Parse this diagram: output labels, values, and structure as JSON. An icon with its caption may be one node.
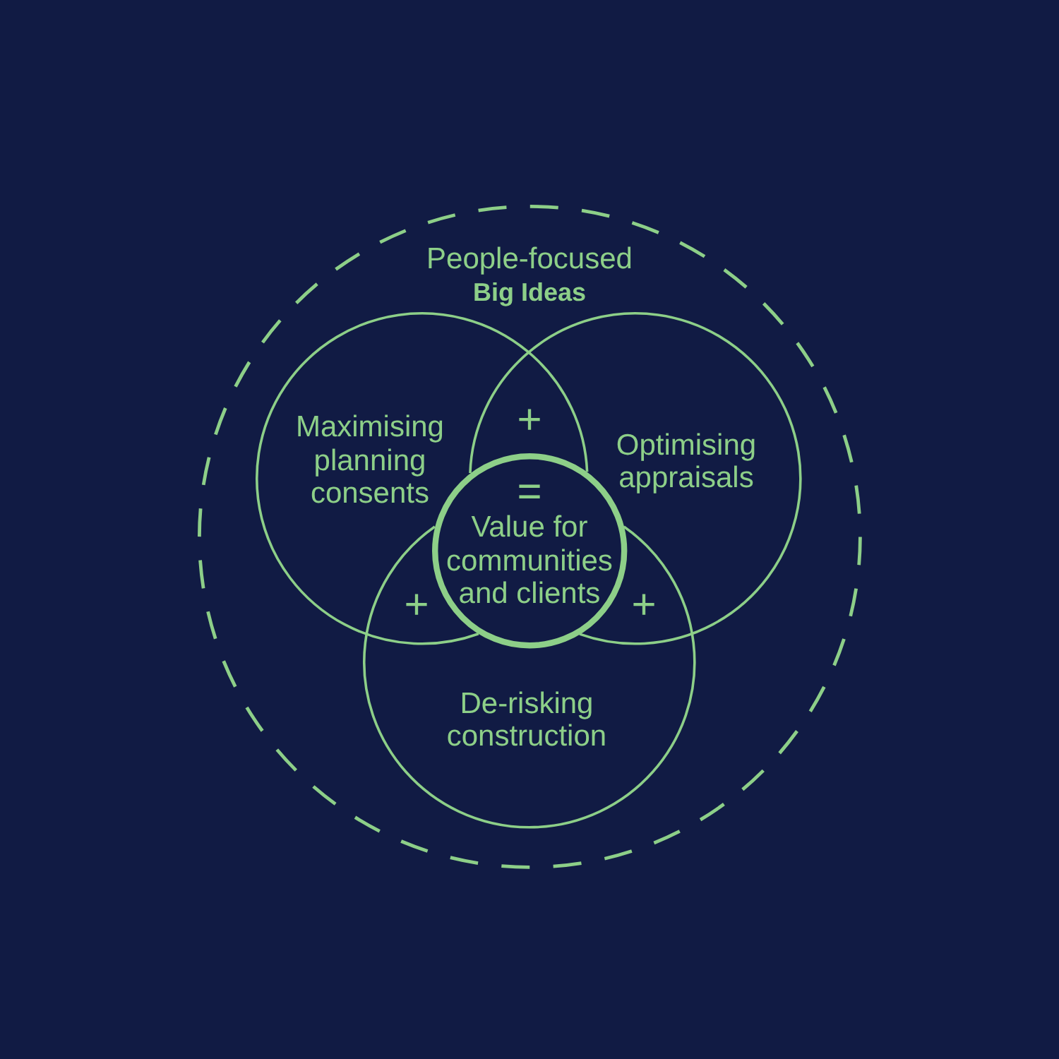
{
  "diagram": {
    "nodes": [
      {
        "text": [
          "People-focused",
          "Big Ideas"
        ]
      },
      {
        "text": [
          "Maximising planning consents"
        ],
        "in": 0
      },
      {
        "text": [
          "Optimising appraisals"
        ],
        "in": 0
      },
      {
        "text": [
          "=",
          "Value for communities and clients"
        ],
        "in": 0
      },
      {
        "text": [
          "De-risking construction"
        ],
        "in": 0
      }
    ],
    "labels": [
      "+",
      "+",
      "+"
    ]
  }
}
